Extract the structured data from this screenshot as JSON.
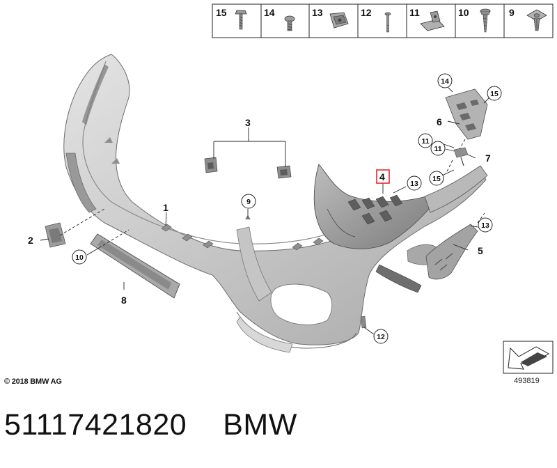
{
  "header_parts": [
    {
      "number": "15",
      "icon": "screw-icon"
    },
    {
      "number": "14",
      "icon": "bolt-icon"
    },
    {
      "number": "13",
      "icon": "clip-nut-icon"
    },
    {
      "number": "12",
      "icon": "pin-icon"
    },
    {
      "number": "11",
      "icon": "spring-nut-icon"
    },
    {
      "number": "10",
      "icon": "self-tapping-screw-icon"
    },
    {
      "number": "9",
      "icon": "expanding-rivet-icon"
    }
  ],
  "callouts": {
    "c1": "1",
    "c2": "2",
    "c3": "3",
    "c4": "4",
    "c5": "5",
    "c6": "6",
    "c7": "7",
    "c8": "8",
    "c9": "9",
    "c10": "10",
    "c11a": "11",
    "c11b": "11",
    "c12": "12",
    "c13a": "13",
    "c13b": "13",
    "c14": "14",
    "c15a": "15",
    "c15b": "15"
  },
  "highlight_color": "#e8262d",
  "copyright": "© 2018 BMW AG",
  "diagram_ref": "493819",
  "footer": {
    "part_number": "51117421820",
    "brand": "BMW"
  }
}
